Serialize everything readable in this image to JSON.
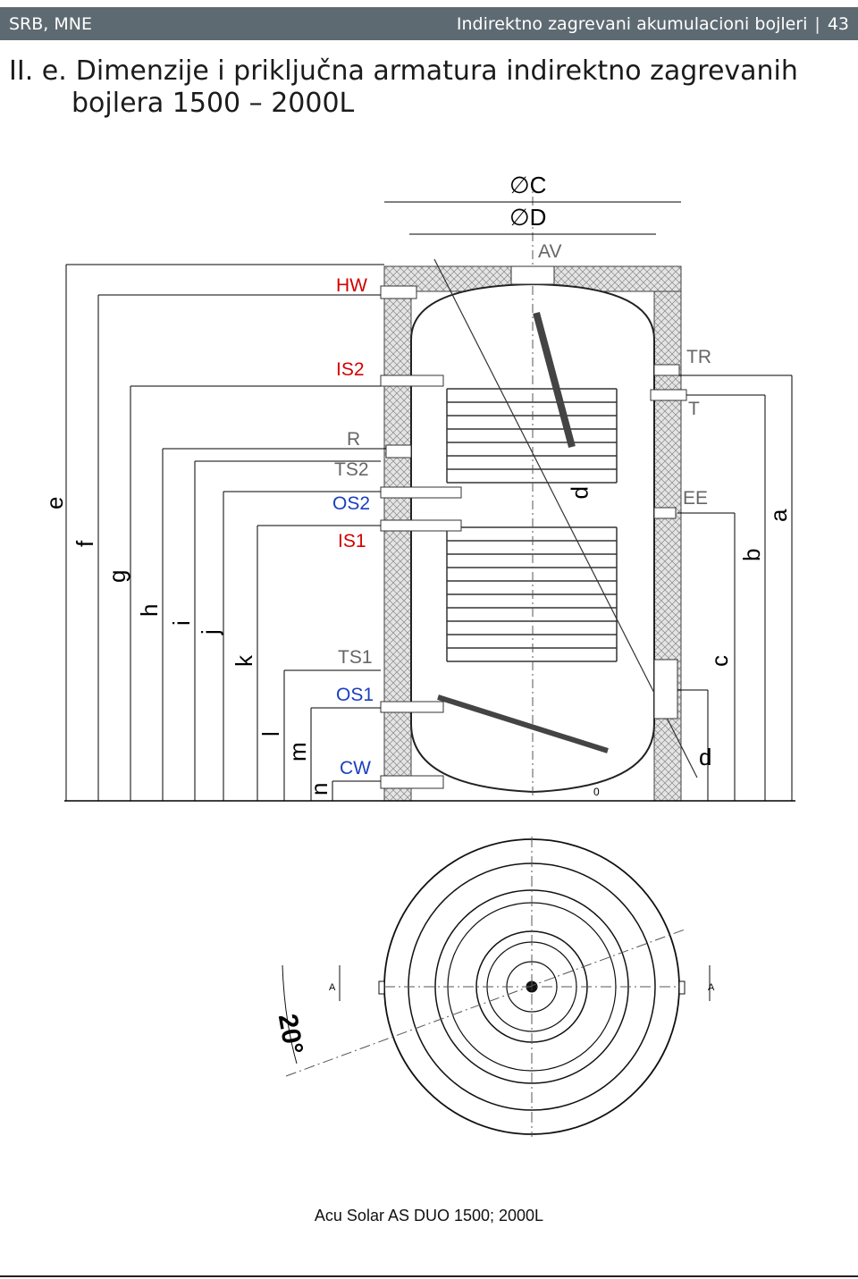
{
  "header": {
    "left": "SRB, MNE",
    "right": "Indirektno zagrevani akumulacioni bojleri",
    "page_number": "43"
  },
  "title": {
    "number": "II. e.",
    "line1": "Dimenzije i priključna armatura indirektno zagrevanih",
    "line2": "bojlera 1500 – 2000L"
  },
  "drawing": {
    "diameters": {
      "outer": "∅C",
      "inner": "∅D"
    },
    "connections_left": {
      "hw": "HW",
      "is2": "IS2",
      "r": "R",
      "ts2": "TS2",
      "os2": "OS2",
      "is1": "IS1",
      "ts1": "TS1",
      "os1": "OS1",
      "cw": "CW"
    },
    "connections_right": {
      "av": "AV",
      "tr": "TR",
      "t": "T",
      "ee": "EE"
    },
    "dims_left": {
      "e": "e",
      "f": "f",
      "g": "g",
      "h": "h",
      "i": "i",
      "j": "j",
      "k": "k",
      "l": "l",
      "m": "m",
      "n": "n"
    },
    "dims_right": {
      "a": "a",
      "b": "b",
      "c": "c",
      "d": "d"
    },
    "coil_label": "p",
    "base_mark": "0",
    "section_marks": {
      "left": "A",
      "right": "A"
    },
    "angle": "20°"
  },
  "caption": "Acu Solar AS DUO 1500; 2000L",
  "colors": {
    "header_bg": "#5e6a72",
    "connection_red": "#d40000",
    "connection_blue": "#1a3fbf",
    "connection_gray": "#666666",
    "insulation": "#d8d8d8"
  }
}
